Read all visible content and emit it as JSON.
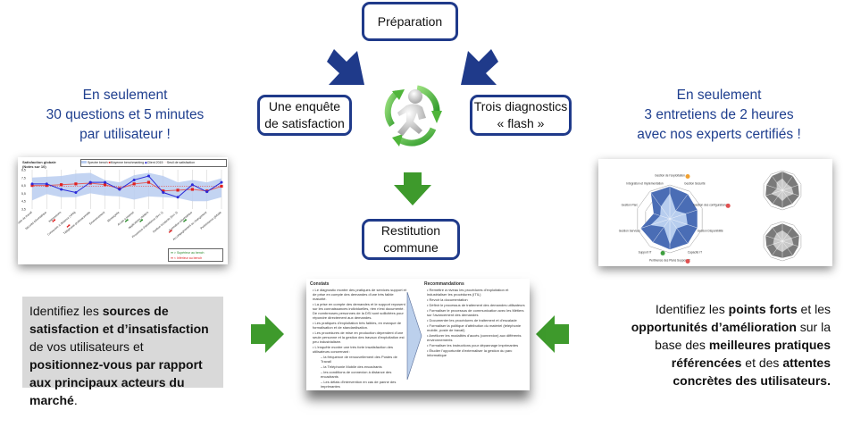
{
  "nodes": {
    "preparation": "Préparation",
    "survey": [
      "Une enquête",
      "de satisfaction"
    ],
    "diagnostics": [
      "Trois diagnostics",
      "« flash »"
    ],
    "restitution": [
      "Restitution",
      "commune"
    ]
  },
  "captions": {
    "left": [
      "En seulement",
      "30 questions et 5 minutes",
      "par utilisateur !"
    ],
    "right": [
      "En seulement",
      "3 entretiens de 2 heures",
      "avec nos experts certifiés !"
    ]
  },
  "descriptions": {
    "left": [
      {
        "text": "Identifiez les ",
        "bold": false
      },
      {
        "text": "sources de satisfaction et d’insatisfaction",
        "bold": true
      },
      {
        "text": " de vos utilisateurs ",
        "bold": false
      },
      {
        "text": "et ",
        "bold": false
      },
      {
        "text": "positionnez-vous par rapport aux principaux acteurs du marché",
        "bold": true
      },
      {
        "text": ".",
        "bold": false
      }
    ],
    "right": [
      {
        "text": "Identifiez les ",
        "bold": false
      },
      {
        "text": "points forts",
        "bold": true
      },
      {
        "text": " et les ",
        "bold": false
      },
      {
        "text": "opportunités d’amélioration",
        "bold": true
      },
      {
        "text": "  sur la base des ",
        "bold": false
      },
      {
        "text": "meilleures pratiques référencées",
        "bold": true
      },
      {
        "text": " et des ",
        "bold": false
      },
      {
        "text": "attentes concrètes des utilisateurs.",
        "bold": true
      }
    ]
  },
  "colors": {
    "node_border": "#1f3a8a",
    "caption_blue": "#1f3f8f",
    "arrow_blue": "#1f3a8a",
    "arrow_green": "#3e9a2c",
    "left_desc_bg": "#d9d9d9"
  },
  "satisfaction_chart": {
    "title": [
      "Satisfaction globale",
      "(Notes sur 10)"
    ],
    "legend": [
      "Spectre bench",
      "Moyenne benchmarking",
      "Client 2015",
      "Seuil de satisfaction"
    ],
    "yticks": [
      "8,5",
      "7,5",
      "6,5",
      "5,5",
      "4,5",
      "3,5"
    ],
    "categories": [
      "Poste de travail",
      "Sécurité informatique",
      "Impressions",
      "Connexion à distance (VPN)",
      "Téléphonie professionnelle",
      "Environnement",
      "Messagerie",
      "Accès à internet",
      "Applications métiers",
      "Processus d'assistance (Svc 1)",
      "Gestion incidents (Svc 2)",
      "Formation informatique",
      "Accompagnement au changement",
      "Performance globale"
    ],
    "client": [
      6.7,
      6.7,
      6.0,
      5.6,
      6.9,
      6.9,
      6.0,
      7.2,
      7.7,
      5.6,
      5.0,
      6.6,
      5.7,
      6.9
    ],
    "benchmark": [
      6.5,
      6.5,
      6.6,
      6.7,
      6.8,
      6.6,
      6.1,
      6.7,
      6.9,
      5.8,
      5.9,
      6.0,
      5.8,
      6.4
    ],
    "band_high": [
      7.5,
      7.6,
      7.7,
      8.0,
      8.1,
      7.2,
      6.9,
      7.8,
      8.1,
      7.7,
      6.9,
      7.2,
      6.9,
      7.4
    ],
    "band_low": [
      4.6,
      5.4,
      5.0,
      5.0,
      5.5,
      5.2,
      5.1,
      4.7,
      5.1,
      5.0,
      4.9,
      4.5,
      4.5,
      5.0
    ],
    "threshold": 6.4,
    "ylim": [
      3.5,
      8.5
    ],
    "bottom_legend": [
      "> Supérieur au bench",
      "< Inférieur au bench"
    ],
    "up_markers": [
      7,
      8,
      11
    ],
    "down_markers": [
      2,
      3,
      10
    ]
  },
  "radar_chart": {
    "axes": [
      "Gestion de l'exploitation",
      "Gestion Sécurité",
      "Gestion des configurations",
      "Gestion Disponibilité",
      "Capacité IT",
      "Pertinence des Plans Support IT",
      "Support IT",
      "Gestion Services",
      "Gestion Parc",
      "Intégration et Implémentation"
    ],
    "outer": [
      0.95,
      0.9,
      0.85,
      0.85,
      0.9,
      0.9,
      0.85,
      0.9,
      0.5,
      0.95
    ],
    "inner": [
      0.75,
      0.3,
      0.5,
      0.55,
      0.35,
      0.75,
      0.3,
      0.6,
      0.3,
      0.45
    ],
    "markers": {
      "orange": 0,
      "red": [
        2,
        5
      ],
      "green": 6
    }
  },
  "restitution_doc": {
    "left_title": "Constats",
    "left_items": [
      "Le diagnostic montre des pratiques de services support et de prise en compte des demandes d'une très faible maturité.",
      "La prise en compte des demandes et le support reposent sur les connaissances individuelles, rien n'est documenté. De nombreuses personnes de la DSI sont sollicitées pour répondre directement aux demandes.",
      "Les pratiques d'exploitation très faibles, en manque de formalisation et de standardisation.",
      "Les procédures de mise en production dépendent d'une seule personne et la gestion des travaux d'exploitation est peu industrialisée.",
      "L'enquête montre une très forte insatisfaction des utilisateurs concernant :"
    ],
    "left_subitems": [
      "la fréquence de renouvellement des Postes de Travail",
      "la Téléphonie Mobile des encadrants",
      "les conditions de connexion à distance des encadrants",
      "Les délais d'intervention en cas de panne des imprimantes"
    ],
    "right_title": "Recommandations",
    "right_items": [
      "Remettre à niveau les procédures d'exploitation et industrialiser les procédures (ITIL)",
      "Revoir la documentation",
      "Définir le processus de traitement des demandes utilisateurs",
      "Formaliser le processus de communication avec les Métiers sur l'avancement des demandes",
      "Documenter les procédures de traitement et d'escalade",
      "Formaliser la politique d'attribution du matériel (téléphonie mobile, poste de travail)",
      "Améliorer les modalités d'accès (connexion) aux différents environnements",
      "Formaliser les instructions pour dépannage imprimantes",
      "Étudier l'opportunité d'externaliser la gestion du parc informatique"
    ]
  }
}
